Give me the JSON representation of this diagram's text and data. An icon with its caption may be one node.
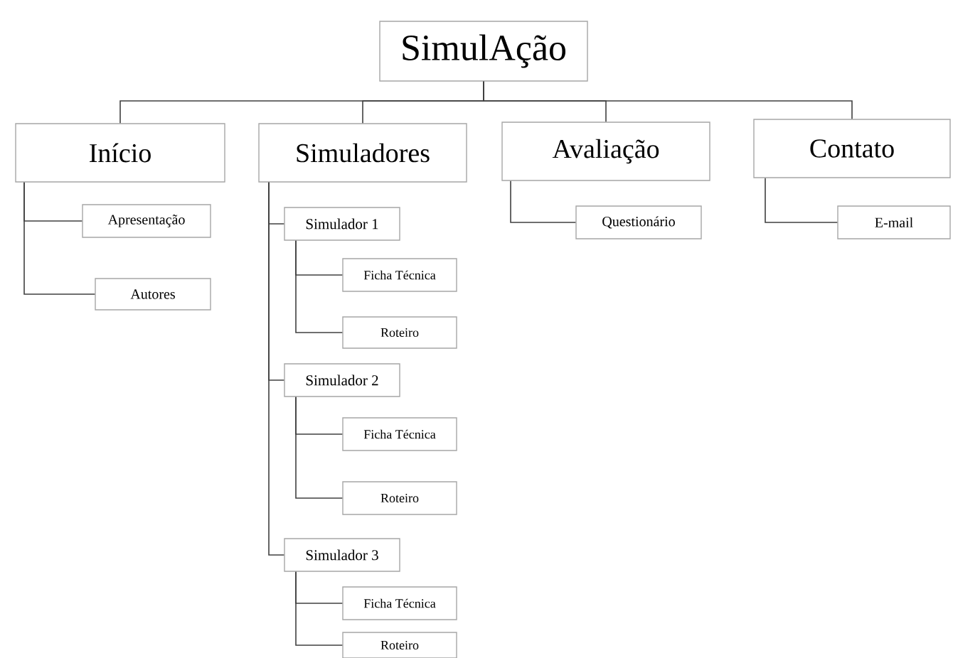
{
  "diagram": {
    "nodes": [
      {
        "text": [
          "SimulAção"
        ]
      },
      {
        "text": [
          "Início"
        ]
      },
      {
        "text": [
          "Simuladores"
        ]
      },
      {
        "text": [
          "Avaliação"
        ]
      },
      {
        "text": [
          "Contato"
        ]
      },
      {
        "text": [
          "Apresentação"
        ]
      },
      {
        "text": [
          "Autores"
        ]
      },
      {
        "text": [
          "Simulador 1"
        ]
      },
      {
        "text": [
          "Ficha Técnica"
        ]
      },
      {
        "text": [
          "Roteiro"
        ]
      },
      {
        "text": [
          "Simulador 2"
        ]
      },
      {
        "text": [
          "Ficha Técnica"
        ]
      },
      {
        "text": [
          "Roteiro"
        ]
      },
      {
        "text": [
          "Simulador 3"
        ]
      },
      {
        "text": [
          "Ficha Técnica"
        ]
      },
      {
        "text": [
          "Roteiro"
        ]
      },
      {
        "text": [
          "Questionário"
        ]
      },
      {
        "text": [
          "E-mail"
        ]
      }
    ],
    "edges": [
      {
        "from": 0,
        "to": 1,
        "arrow": "none"
      },
      {
        "from": 0,
        "to": 2,
        "arrow": "none"
      },
      {
        "from": 0,
        "to": 3,
        "arrow": "none"
      },
      {
        "from": 0,
        "to": 4,
        "arrow": "none"
      },
      {
        "from": 1,
        "to": 5,
        "arrow": "none"
      },
      {
        "from": 1,
        "to": 6,
        "arrow": "none"
      },
      {
        "from": 2,
        "to": 7,
        "arrow": "none"
      },
      {
        "from": 7,
        "to": 8,
        "arrow": "none"
      },
      {
        "from": 7,
        "to": 9,
        "arrow": "none"
      },
      {
        "from": 2,
        "to": 10,
        "arrow": "none"
      },
      {
        "from": 10,
        "to": 11,
        "arrow": "none"
      },
      {
        "from": 10,
        "to": 12,
        "arrow": "none"
      },
      {
        "from": 2,
        "to": 13,
        "arrow": "none"
      },
      {
        "from": 13,
        "to": 14,
        "arrow": "none"
      },
      {
        "from": 13,
        "to": 15,
        "arrow": "none"
      },
      {
        "from": 3,
        "to": 16,
        "arrow": "none"
      },
      {
        "from": 4,
        "to": 17,
        "arrow": "none"
      }
    ]
  }
}
